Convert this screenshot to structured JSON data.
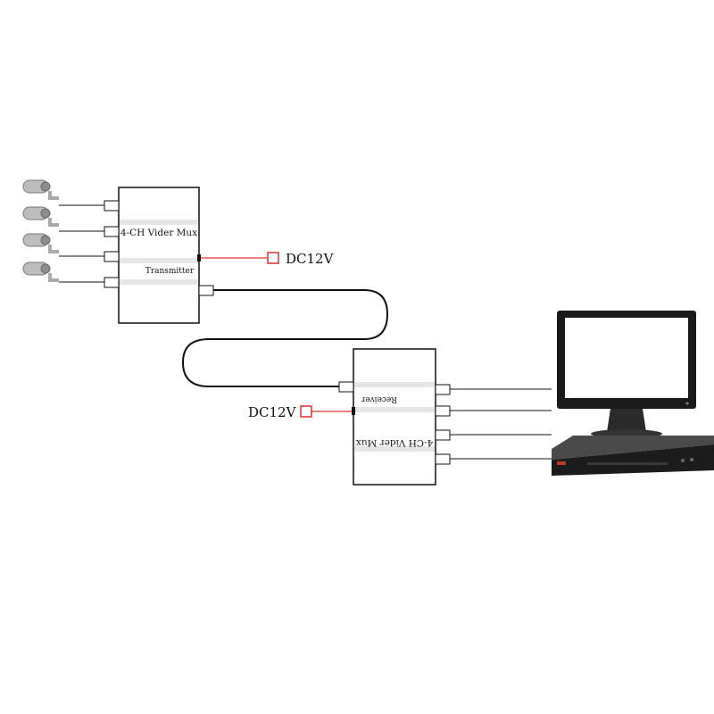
{
  "transmitter": {
    "title": "4-CH Vider Mux",
    "subtitle": "Transmitter",
    "power_label": "DC12V"
  },
  "receiver": {
    "title": "4-CH Vider Mux",
    "subtitle": "Receiver",
    "power_label": "DC12V"
  },
  "cameras": {
    "count": 4
  },
  "colors": {
    "power_line": "#e03030",
    "stroke": "#111111",
    "stripe": "#e6e6e6",
    "dvr_brand": "#c0392b"
  },
  "icons": {
    "camera": "cctv-camera-icon",
    "monitor": "monitor-icon",
    "dvr": "dvr-recorder-icon",
    "power": "power-terminal-icon"
  }
}
